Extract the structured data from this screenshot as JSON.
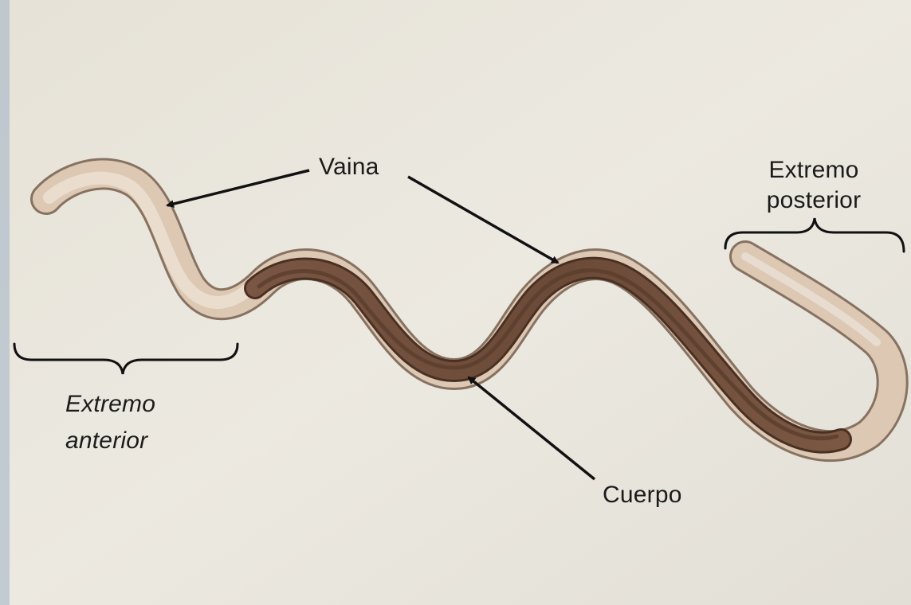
{
  "labels": {
    "vaina": "Vaina",
    "extremo_posterior_line1": "Extremo",
    "extremo_posterior_line2": "posterior",
    "extremo_anterior_line1": "Extremo",
    "extremo_anterior_line2": "anterior",
    "cuerpo": "Cuerpo"
  },
  "colors": {
    "paper": "#ebe8df",
    "sheath": "#d9c2aa",
    "body": "#7a5a45",
    "body_dark": "#5e3f2e",
    "ink": "#111111"
  }
}
